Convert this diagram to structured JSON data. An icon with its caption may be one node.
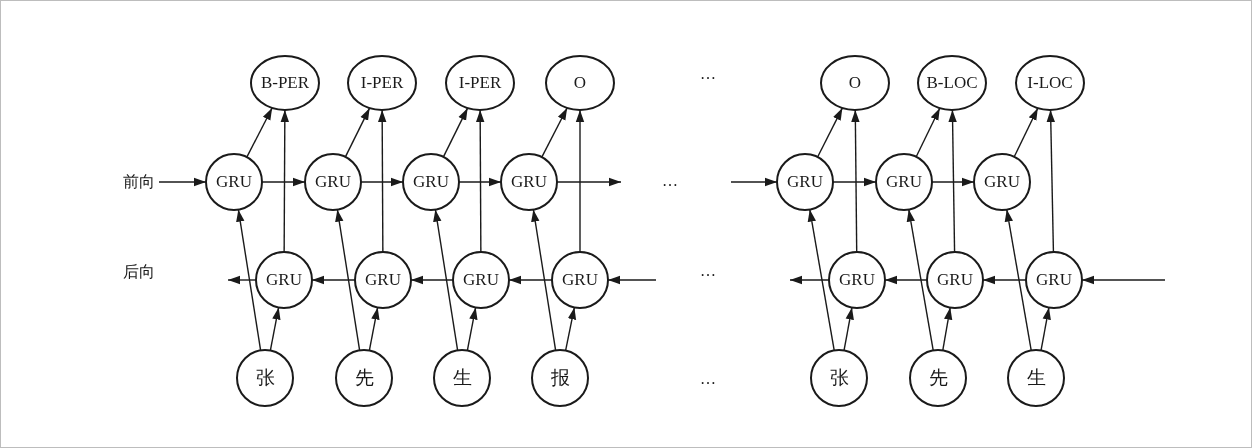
{
  "diagram": {
    "nodes": [
      {
        "text": [
          "B-PER"
        ]
      },
      {
        "text": [
          "I-PER"
        ]
      },
      {
        "text": [
          "I-PER"
        ]
      },
      {
        "text": [
          "O"
        ]
      },
      {
        "text": [
          "O"
        ]
      },
      {
        "text": [
          "B-LOC"
        ]
      },
      {
        "text": [
          "I-LOC"
        ]
      },
      {
        "text": [
          "GRU"
        ]
      },
      {
        "text": [
          "GRU"
        ]
      },
      {
        "text": [
          "GRU"
        ]
      },
      {
        "text": [
          "GRU"
        ]
      },
      {
        "text": [
          "GRU"
        ]
      },
      {
        "text": [
          "GRU"
        ]
      },
      {
        "text": [
          "GRU"
        ]
      },
      {
        "text": [
          "GRU"
        ]
      },
      {
        "text": [
          "GRU"
        ]
      },
      {
        "text": [
          "GRU"
        ]
      },
      {
        "text": [
          "GRU"
        ]
      },
      {
        "text": [
          "GRU"
        ]
      },
      {
        "text": [
          "GRU"
        ]
      },
      {
        "text": [
          "GRU"
        ]
      },
      {
        "text": [
          "张"
        ]
      },
      {
        "text": [
          "先"
        ]
      },
      {
        "text": [
          "生"
        ]
      },
      {
        "text": [
          "报"
        ]
      },
      {
        "text": [
          "张"
        ]
      },
      {
        "text": [
          "先"
        ]
      },
      {
        "text": [
          "生"
        ]
      },
      {
        "text": [
          "前向"
        ]
      }
    ],
    "edges": [
      {
        "from": 28,
        "to": 7,
        "arrow": "to"
      },
      {
        "from": 7,
        "to": 8,
        "arrow": "to"
      },
      {
        "from": 8,
        "to": 9,
        "arrow": "to"
      },
      {
        "from": 9,
        "to": 10,
        "arrow": "to"
      },
      {
        "from": 10,
        "to": null,
        "arrow": "to"
      },
      {
        "from": null,
        "to": 11,
        "arrow": "to"
      },
      {
        "from": 11,
        "to": 12,
        "arrow": "to"
      },
      {
        "from": 12,
        "to": 13,
        "arrow": "to"
      },
      {
        "from": null,
        "to": 17,
        "arrow": "to"
      },
      {
        "from": 17,
        "to": 16,
        "arrow": "to"
      },
      {
        "from": 16,
        "to": 15,
        "arrow": "to"
      },
      {
        "from": 15,
        "to": 14,
        "arrow": "to"
      },
      {
        "from": 14,
        "to": null,
        "arrow": "to"
      },
      {
        "from": null,
        "to": 20,
        "arrow": "to"
      },
      {
        "from": 20,
        "to": 19,
        "arrow": "to"
      },
      {
        "from": 19,
        "to": 18,
        "arrow": "to"
      },
      {
        "from": 18,
        "to": null,
        "arrow": "to"
      },
      {
        "from": 7,
        "to": 0,
        "arrow": "to"
      },
      {
        "from": 14,
        "to": 0,
        "arrow": "to"
      },
      {
        "from": 8,
        "to": 1,
        "arrow": "to"
      },
      {
        "from": 15,
        "to": 1,
        "arrow": "to"
      },
      {
        "from": 9,
        "to": 2,
        "arrow": "to"
      },
      {
        "from": 16,
        "to": 2,
        "arrow": "to"
      },
      {
        "from": 10,
        "to": 3,
        "arrow": "to"
      },
      {
        "from": 17,
        "to": 3,
        "arrow": "to"
      },
      {
        "from": 11,
        "to": 4,
        "arrow": "to"
      },
      {
        "from": 18,
        "to": 4,
        "arrow": "to"
      },
      {
        "from": 12,
        "to": 5,
        "arrow": "to"
      },
      {
        "from": 19,
        "to": 5,
        "arrow": "to"
      },
      {
        "from": 13,
        "to": 6,
        "arrow": "to"
      },
      {
        "from": 20,
        "to": 6,
        "arrow": "to"
      },
      {
        "from": 21,
        "to": 7,
        "arrow": "to"
      },
      {
        "from": 21,
        "to": 14,
        "arrow": "to"
      },
      {
        "from": 22,
        "to": 8,
        "arrow": "to"
      },
      {
        "from": 22,
        "to": 15,
        "arrow": "to"
      },
      {
        "from": 23,
        "to": 9,
        "arrow": "to"
      },
      {
        "from": 23,
        "to": 16,
        "arrow": "to"
      },
      {
        "from": 24,
        "to": 10,
        "arrow": "to"
      },
      {
        "from": 24,
        "to": 17,
        "arrow": "to"
      },
      {
        "from": 25,
        "to": 11,
        "arrow": "to"
      },
      {
        "from": 25,
        "to": 18,
        "arrow": "to"
      },
      {
        "from": 26,
        "to": 12,
        "arrow": "to"
      },
      {
        "from": 26,
        "to": 19,
        "arrow": "to"
      },
      {
        "from": 27,
        "to": 13,
        "arrow": "to"
      },
      {
        "from": 27,
        "to": 20,
        "arrow": "to"
      }
    ],
    "labels": [
      "…",
      "…",
      "后向",
      "…",
      "…"
    ]
  }
}
